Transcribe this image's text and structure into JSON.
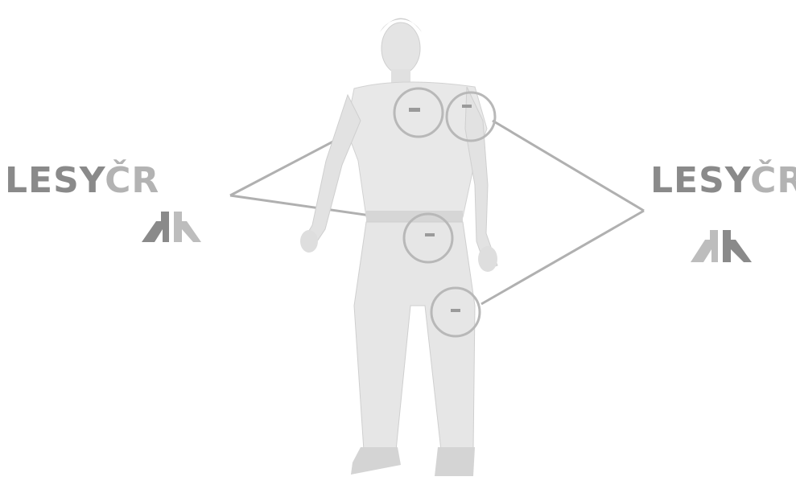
{
  "logos": {
    "left": {
      "part1": "LESY",
      "part2": "ČR"
    },
    "right": {
      "part1": "LESY",
      "part2": "ČR"
    }
  },
  "colors": {
    "logo_dark": "#8a8a8a",
    "logo_light": "#b3b3b3",
    "figure_fill": "#e6e6e6",
    "figure_shade": "#c8c8c8",
    "callout_line": "#b0b0b0"
  },
  "icons": {
    "figure": "man-figure-icon",
    "logo_mark": "tree-arrow-logo-icon"
  },
  "callouts": [
    "chest",
    "left-shoulder",
    "hip-pocket",
    "thigh"
  ]
}
